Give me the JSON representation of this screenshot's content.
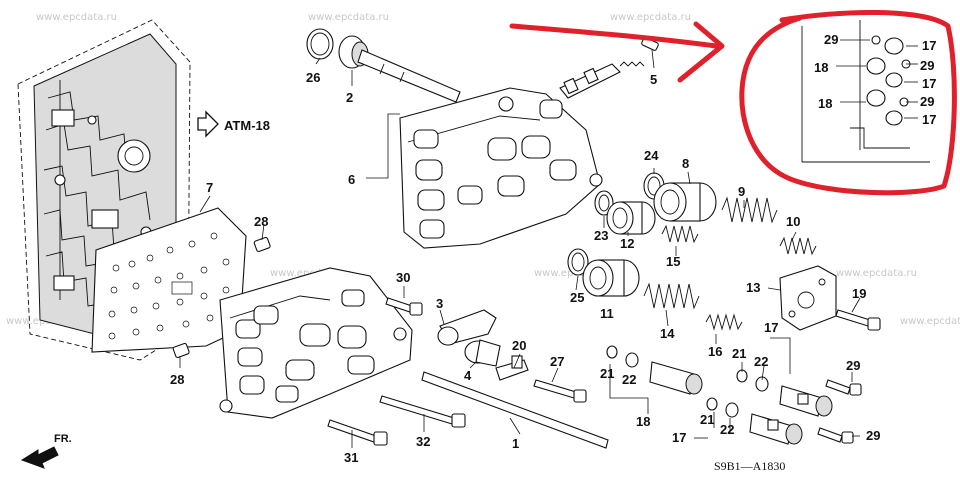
{
  "watermark": "www.epcdata.ru",
  "reference": "ATM-18",
  "front_label": "FR.",
  "diagram_code": "S9B1—A1830",
  "colors": {
    "annotation": "#e0202a",
    "ink": "#111111",
    "watermark": "#c8c8c8"
  },
  "icons": {
    "reference_arrow": "hollow-right-arrow-icon",
    "front_arrow": "front-direction-arrow-icon"
  },
  "callouts": {
    "c1": "1",
    "c2": "2",
    "c3": "3",
    "c4": "4",
    "c5": "5",
    "c6": "6",
    "c7": "7",
    "c8": "8",
    "c9": "9",
    "c10": "10",
    "c11": "11",
    "c12": "12",
    "c13": "13",
    "c14": "14",
    "c15": "15",
    "c16": "16",
    "c17": "17",
    "c18": "18",
    "c19": "19",
    "c20": "20",
    "c21": "21",
    "c22": "22",
    "c23": "23",
    "c24": "24",
    "c25": "25",
    "c26": "26",
    "c27": "27",
    "c28": "28",
    "c29": "29",
    "c30": "30",
    "c31": "31",
    "c32": "32"
  }
}
